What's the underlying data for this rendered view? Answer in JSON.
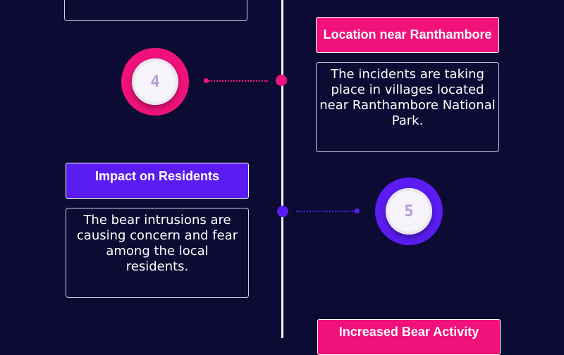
{
  "colors": {
    "pink": "#f0127a",
    "purple": "#5a1cf0",
    "background": "#0b0b33",
    "line": "#f3f3f8"
  },
  "steps": [
    {
      "number": "4",
      "title": "Location near Ranthambore",
      "description": "The incidents are taking place in villages located near Ranthambore National Park."
    },
    {
      "number": "5",
      "title": "Impact on Residents",
      "description": "The bear intrusions are causing concern and fear among the local residents."
    },
    {
      "title": "Increased Bear Activity"
    }
  ]
}
